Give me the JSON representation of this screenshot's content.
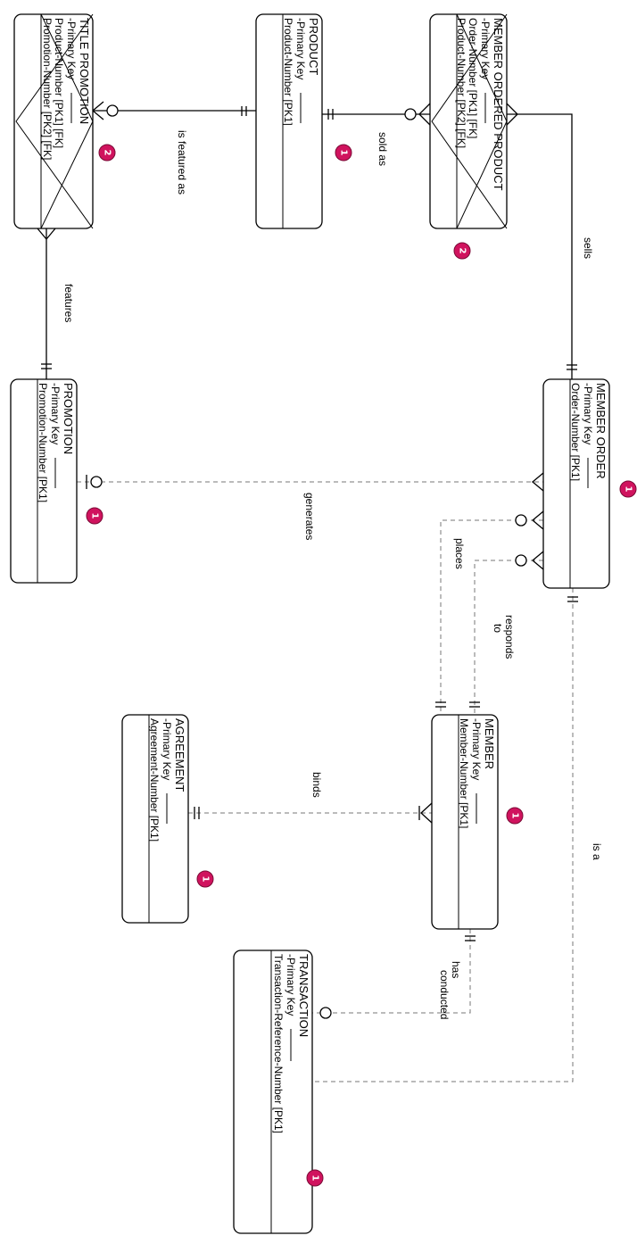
{
  "entities": [
    {
      "id": "title_promotion",
      "name": "TITLE PROMOTION",
      "pk_label": "-Primary Key",
      "attrs": [
        "Product-Number  [PK1] [FK]",
        "Promotion-Number  [PK2] [FK]"
      ],
      "badge": "2",
      "weak": true
    },
    {
      "id": "product",
      "name": "PRODUCT",
      "pk_label": "-Primary Key",
      "attrs": [
        "Product-Number  [PK1]"
      ],
      "badge": "1",
      "weak": false
    },
    {
      "id": "member_ordered_product",
      "name": "MEMBER ORDERED PRODUCT",
      "pk_label": "-Primary Key",
      "attrs": [
        "Order-Number  [PK1] [FK]",
        "Product-Number  [PK2] [FK]"
      ],
      "badge": "2",
      "weak": true
    },
    {
      "id": "promotion",
      "name": "PROMOTION",
      "pk_label": "-Primary Key",
      "attrs": [
        "Promotion-Number  [PK1]"
      ],
      "badge": "1",
      "weak": false
    },
    {
      "id": "member_order",
      "name": "MEMBER ORDER",
      "pk_label": "-Primary Key",
      "attrs": [
        "Order-Number  [PK1]"
      ],
      "badge": "1",
      "weak": false
    },
    {
      "id": "agreement",
      "name": "AGREEMENT",
      "pk_label": "-Primary Key",
      "attrs": [
        "Agreement-Number  [PK1]"
      ],
      "badge": "1",
      "weak": false
    },
    {
      "id": "member",
      "name": "MEMBER",
      "pk_label": "-Primary Key",
      "attrs": [
        "Member-Number  [PK1]"
      ],
      "badge": "1",
      "weak": false
    },
    {
      "id": "transaction",
      "name": "TRANSACTION",
      "pk_label": "-Primary Key",
      "attrs": [
        "Transaction-Reference-Number  [PK1]"
      ],
      "badge": "1",
      "weak": false
    }
  ],
  "relationships": [
    {
      "id": "is_featured_as",
      "label": "is featured as"
    },
    {
      "id": "sold_as",
      "label": "sold as"
    },
    {
      "id": "sells",
      "label": "sells"
    },
    {
      "id": "features",
      "label": "features"
    },
    {
      "id": "generates",
      "label": "generates"
    },
    {
      "id": "places",
      "label": "places"
    },
    {
      "id": "responds_to",
      "label": [
        "responds",
        "to"
      ]
    },
    {
      "id": "binds",
      "label": "binds"
    },
    {
      "id": "is_a",
      "label": "is a"
    },
    {
      "id": "has_conducted",
      "label": [
        "has",
        "conducted"
      ]
    }
  ],
  "colors": {
    "badge": "#d0135e",
    "line": "#000000",
    "dashed": "#777777"
  }
}
